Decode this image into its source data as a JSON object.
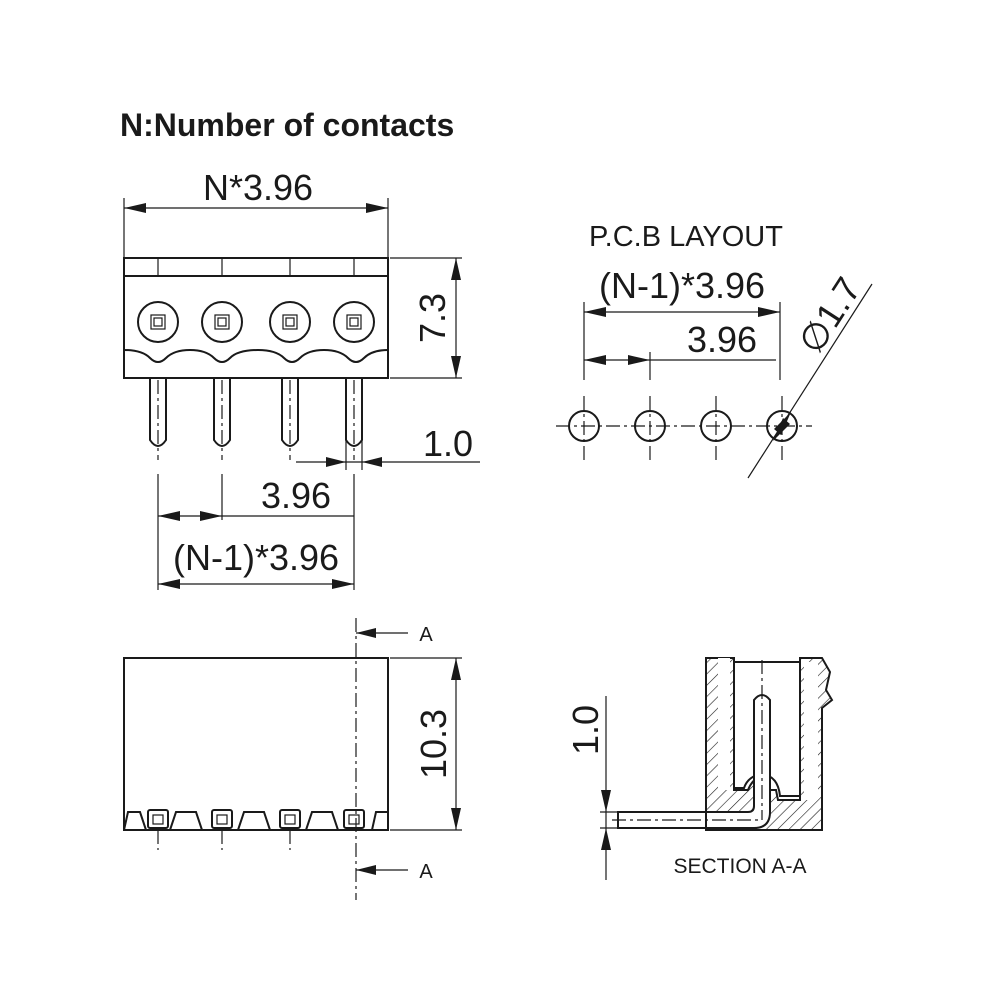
{
  "title": "N:Number of contacts",
  "front_view": {
    "width_label": "N*3.96",
    "height_label": "7.3",
    "pin_width_label": "1.0",
    "pitch_label": "3.96",
    "span_label": "(N-1)*3.96"
  },
  "pcb_layout": {
    "title": "P.C.B LAYOUT",
    "span_label": "(N-1)*3.96",
    "pitch_label": "3.96",
    "hole_label": "∅1.7"
  },
  "bottom_view": {
    "height_label": "10.3",
    "section_mark_top": "A",
    "section_mark_bottom": "A"
  },
  "section_view": {
    "pin_label": "1.0",
    "caption": "SECTION A-A"
  },
  "contacts_shown": 4
}
